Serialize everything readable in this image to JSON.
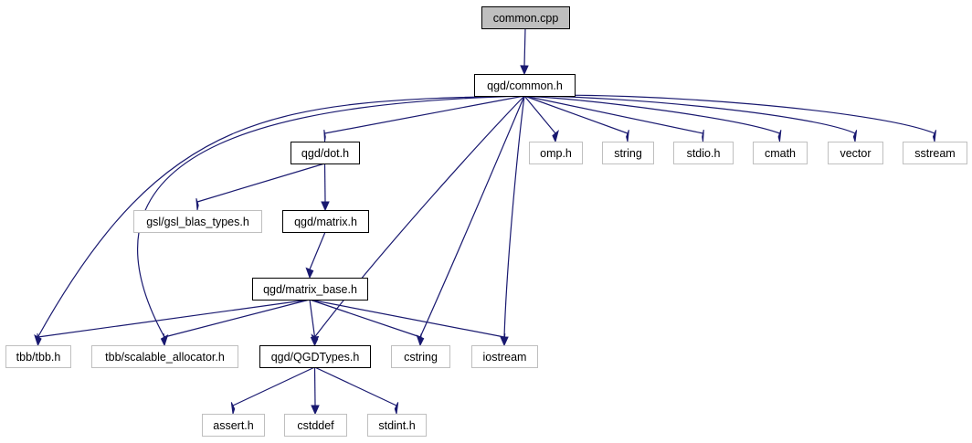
{
  "colors": {
    "edge": "#191970",
    "root_fill": "#bfbfbf",
    "root_border": "#000000",
    "node_fill": "#ffffff",
    "documented_border": "#000000",
    "external_border": "#bfbfbf"
  },
  "nodes": [
    {
      "id": "common_cpp",
      "label": "common.cpp",
      "kind": "root"
    },
    {
      "id": "common_h",
      "label": "qgd/common.h",
      "kind": "documented"
    },
    {
      "id": "dot_h",
      "label": "qgd/dot.h",
      "kind": "documented"
    },
    {
      "id": "omp_h",
      "label": "omp.h",
      "kind": "external"
    },
    {
      "id": "string",
      "label": "string",
      "kind": "external"
    },
    {
      "id": "stdio_h",
      "label": "stdio.h",
      "kind": "external"
    },
    {
      "id": "cmath",
      "label": "cmath",
      "kind": "external"
    },
    {
      "id": "vector",
      "label": "vector",
      "kind": "external"
    },
    {
      "id": "sstream",
      "label": "sstream",
      "kind": "external"
    },
    {
      "id": "gsl_blas",
      "label": "gsl/gsl_blas_types.h",
      "kind": "external"
    },
    {
      "id": "matrix_h",
      "label": "qgd/matrix.h",
      "kind": "documented"
    },
    {
      "id": "matrix_base_h",
      "label": "qgd/matrix_base.h",
      "kind": "documented"
    },
    {
      "id": "tbb_h",
      "label": "tbb/tbb.h",
      "kind": "external"
    },
    {
      "id": "tbb_alloc",
      "label": "tbb/scalable_allocator.h",
      "kind": "external"
    },
    {
      "id": "qgdtypes_h",
      "label": "qgd/QGDTypes.h",
      "kind": "documented"
    },
    {
      "id": "cstring",
      "label": "cstring",
      "kind": "external"
    },
    {
      "id": "iostream",
      "label": "iostream",
      "kind": "external"
    },
    {
      "id": "assert_h",
      "label": "assert.h",
      "kind": "external"
    },
    {
      "id": "cstddef",
      "label": "cstddef",
      "kind": "external"
    },
    {
      "id": "stdint_h",
      "label": "stdint.h",
      "kind": "external"
    }
  ],
  "edges": [
    {
      "from": "common_cpp",
      "to": "common_h"
    },
    {
      "from": "common_h",
      "to": "dot_h"
    },
    {
      "from": "common_h",
      "to": "omp_h"
    },
    {
      "from": "common_h",
      "to": "string"
    },
    {
      "from": "common_h",
      "to": "stdio_h"
    },
    {
      "from": "common_h",
      "to": "cmath"
    },
    {
      "from": "common_h",
      "to": "vector"
    },
    {
      "from": "common_h",
      "to": "sstream"
    },
    {
      "from": "common_h",
      "to": "tbb_h"
    },
    {
      "from": "common_h",
      "to": "tbb_alloc"
    },
    {
      "from": "common_h",
      "to": "qgdtypes_h"
    },
    {
      "from": "common_h",
      "to": "cstring"
    },
    {
      "from": "common_h",
      "to": "iostream"
    },
    {
      "from": "dot_h",
      "to": "gsl_blas"
    },
    {
      "from": "dot_h",
      "to": "matrix_h"
    },
    {
      "from": "matrix_h",
      "to": "matrix_base_h"
    },
    {
      "from": "matrix_base_h",
      "to": "tbb_h"
    },
    {
      "from": "matrix_base_h",
      "to": "tbb_alloc"
    },
    {
      "from": "matrix_base_h",
      "to": "qgdtypes_h"
    },
    {
      "from": "matrix_base_h",
      "to": "cstring"
    },
    {
      "from": "matrix_base_h",
      "to": "iostream"
    },
    {
      "from": "qgdtypes_h",
      "to": "assert_h"
    },
    {
      "from": "qgdtypes_h",
      "to": "cstddef"
    },
    {
      "from": "qgdtypes_h",
      "to": "stdint_h"
    }
  ]
}
